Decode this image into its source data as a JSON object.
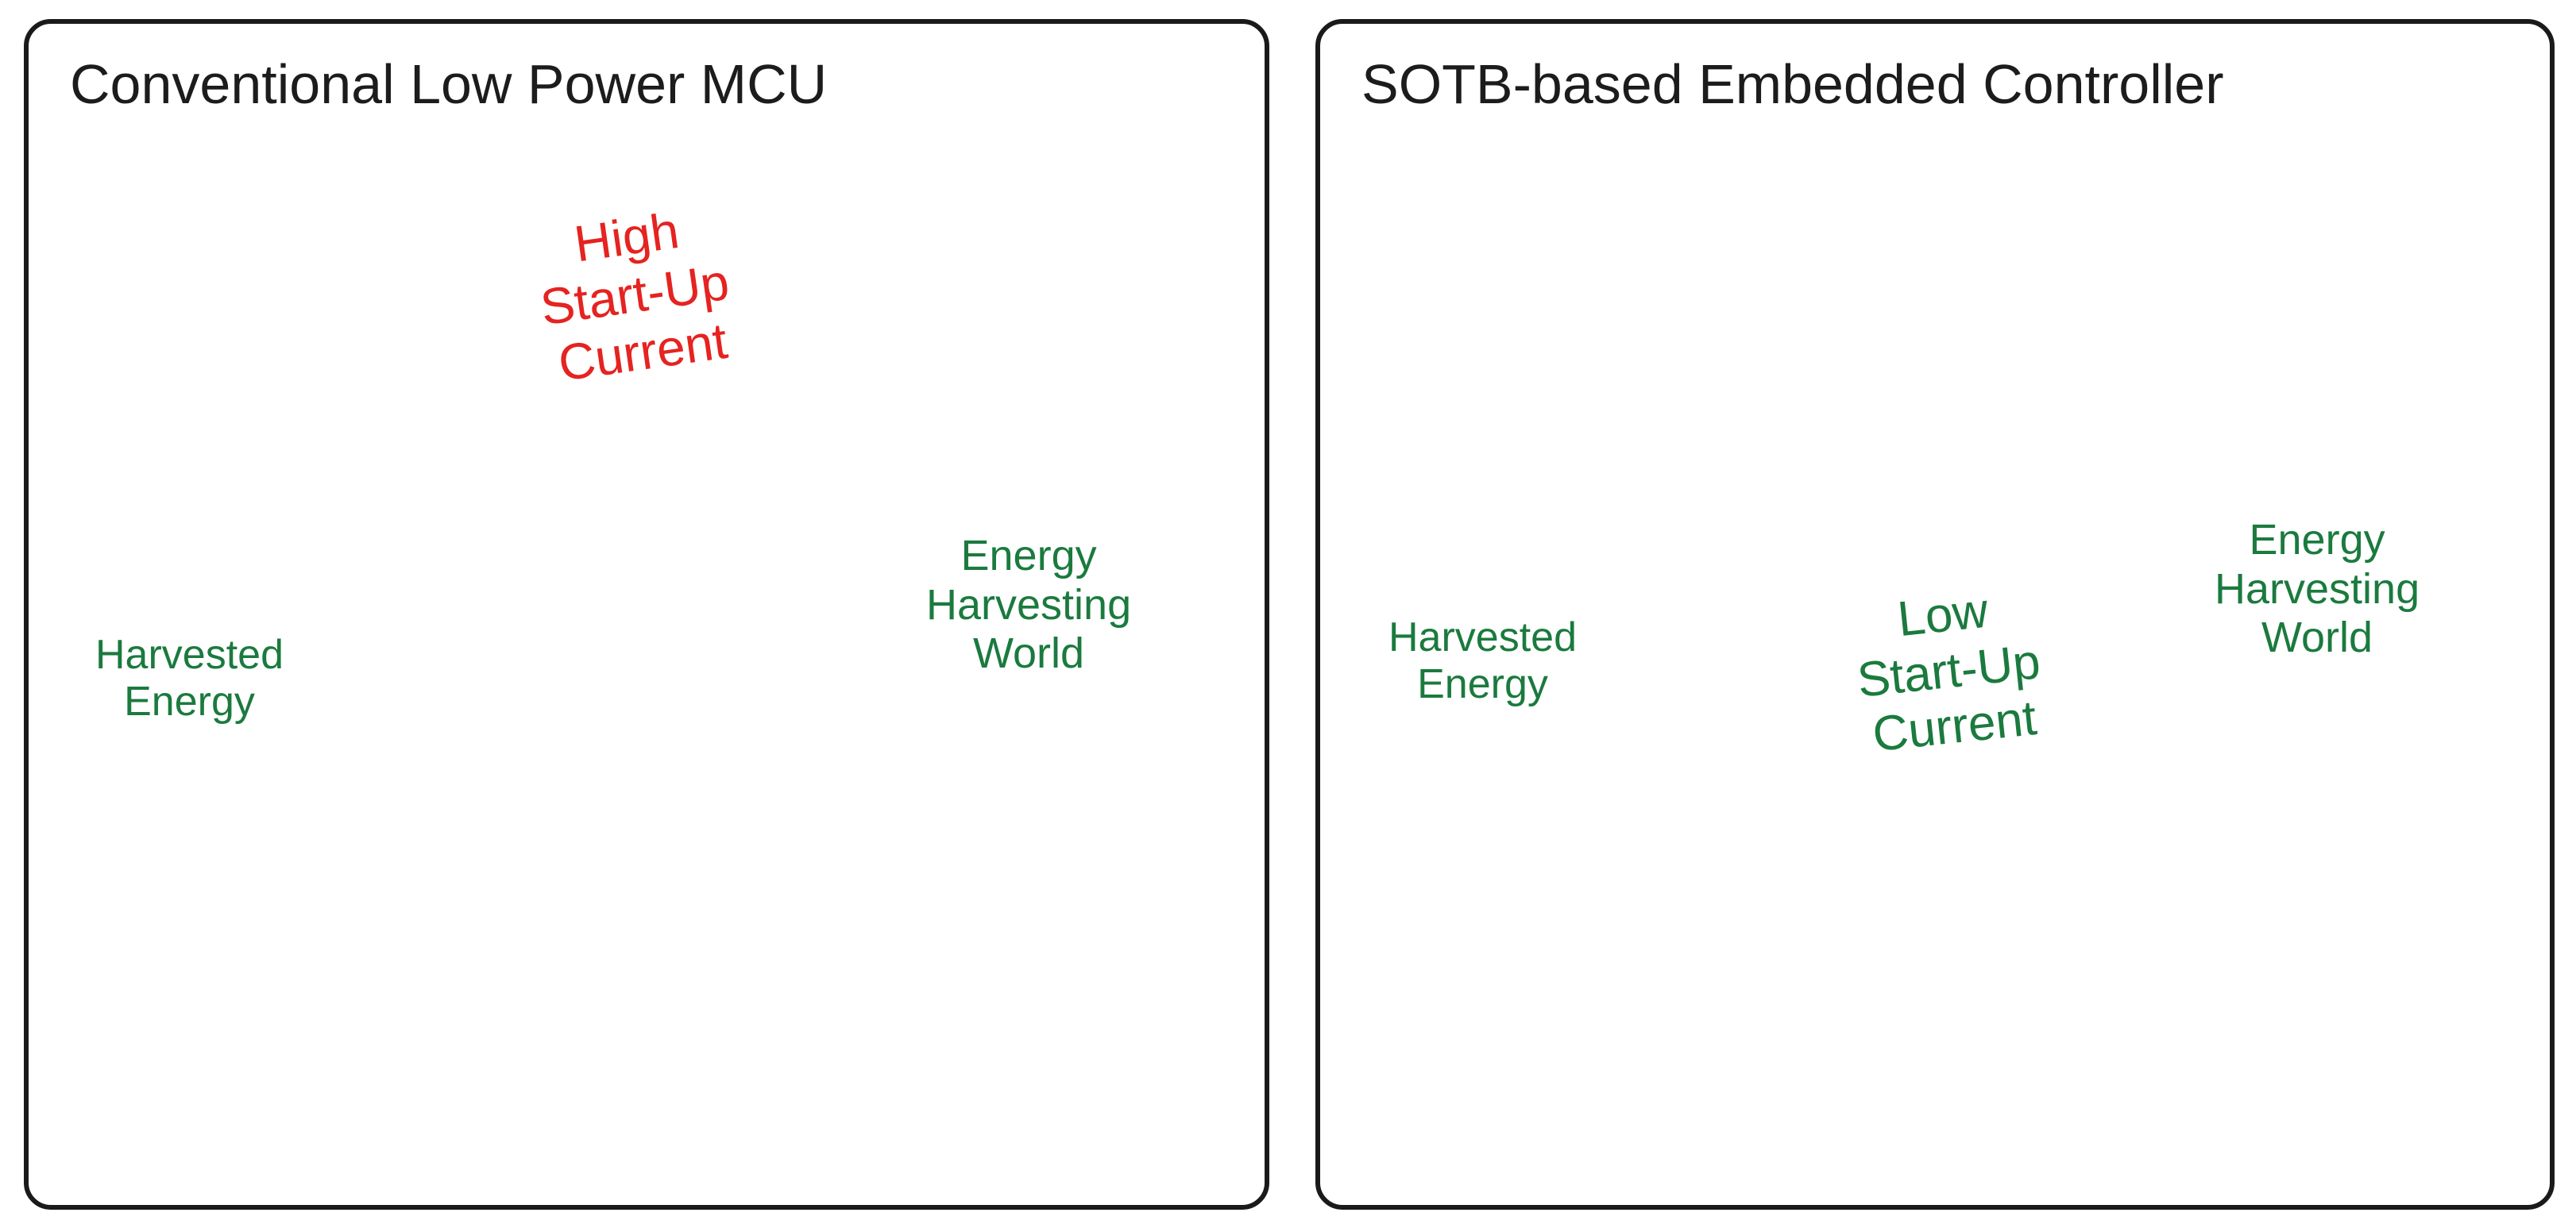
{
  "panels": {
    "left": {
      "title": "Conventional Low Power MCU",
      "wall_label": "High\nStart-Up\nCurrent",
      "source_label": "Harvested\nEnergy",
      "target_label": "Energy\nHarvesting\nWorld",
      "arrow_color": "#e52320",
      "outcome": "blocked"
    },
    "right": {
      "title": "SOTB-based Embedded Controller",
      "wall_label": "Low\nStart-Up\nCurrent",
      "source_label": "Harvested\nEnergy",
      "target_label": "Energy\nHarvesting\nWorld",
      "arrow_color": "#1a6b3a",
      "outcome": "passes"
    }
  },
  "icons": {
    "burst": "energy-burst-icon",
    "globe": "green-globe-leaf-icon",
    "person": "person-figure-icon",
    "rope": "climbing-rope-icon",
    "blocked_mark": "x-mark-icon"
  },
  "colors": {
    "label_green": "#1b7a3e",
    "label_red": "#e52320",
    "wall": "#e4e4e4",
    "globe_green": "#1e8f3e"
  }
}
